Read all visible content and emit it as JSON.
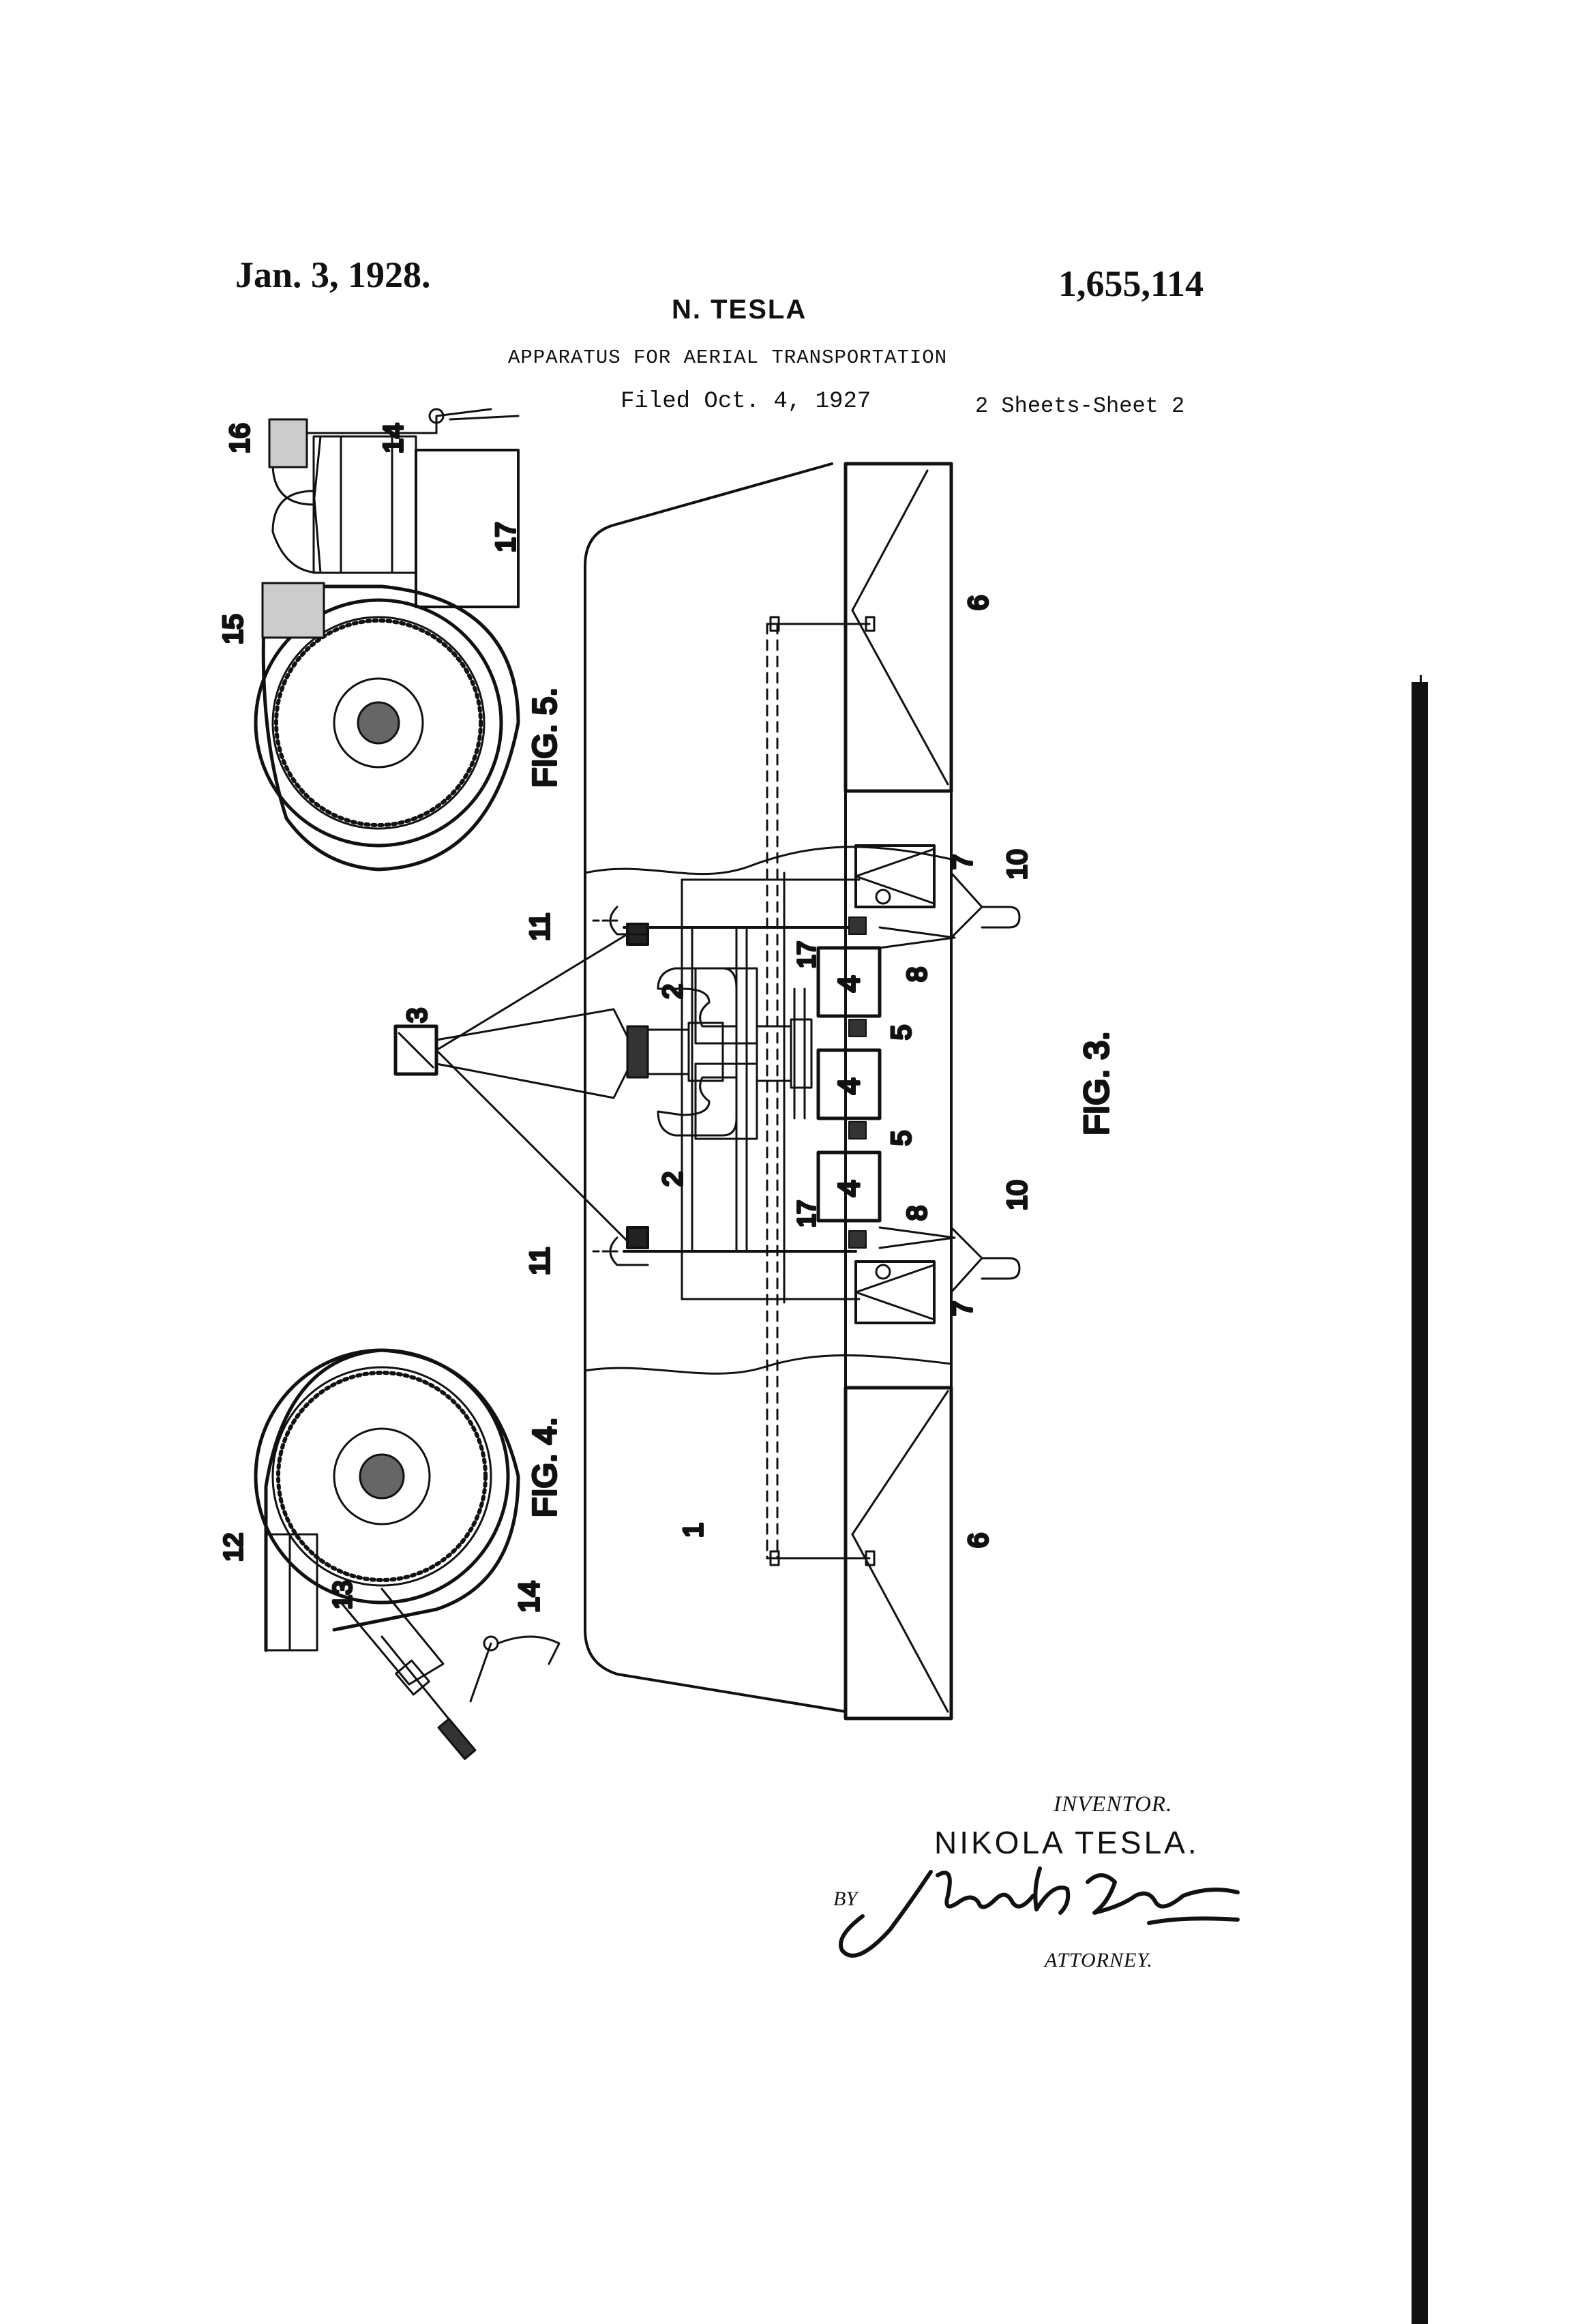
{
  "header": {
    "date": "Jan. 3, 1928.",
    "patent_number": "1,655,114",
    "inventor_short": "N. TESLA",
    "title": "APPARATUS FOR AERIAL TRANSPORTATION",
    "filed": "Filed Oct. 4, 1927",
    "sheets": "2 Sheets-Sheet 2"
  },
  "figures": {
    "fig3": "FIG. 3.",
    "fig4": "FIG. 4.",
    "fig5": "FIG. 5."
  },
  "reference_numerals": {
    "n1": "1",
    "n2": "2",
    "n3": "3",
    "n4": "4",
    "n5": "5",
    "n6": "6",
    "n7": "7",
    "n8": "8",
    "n10": "10",
    "n11": "11",
    "n12": "12",
    "n13": "13",
    "n14": "14",
    "n15": "15",
    "n16": "16",
    "n17": "17"
  },
  "signature_block": {
    "inventor_label": "INVENTOR.",
    "inventor_name": "NIKOLA TESLA.",
    "by_label": "BY",
    "attorney_label": "ATTORNEY."
  }
}
